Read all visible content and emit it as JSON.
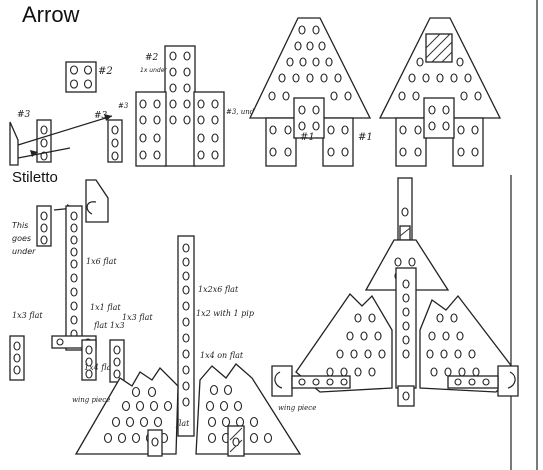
{
  "sections": {
    "arrow_title": "Arrow",
    "stiletto_title": "Stiletto"
  },
  "labels": {
    "brick_2": "#2",
    "brick_2_under": "#2",
    "under": "1x under",
    "brick_3_left": "#3",
    "brick_3_mid": "#3",
    "brick_3_small": "#3",
    "brick_3_under": "#3, under",
    "brick_1_a": "#1",
    "brick_1_b": "#1",
    "this": "This",
    "goes": "goes",
    "under_word": "under",
    "flat_1x6": "1x6 flat",
    "flat_1x1": "1x1 flat",
    "flat_1x3_a": "flat 1x3",
    "flat_1x3_b": "1x3 flat",
    "flat_1x4_left": "1x4 flat",
    "flat_1x3_side": "1x3 flat",
    "flat_1x2x6": "1x2x6 flat",
    "flat_1x2_pip": "1x2 with 1 pip",
    "flat_1x4_on": "1x4 on flat",
    "wing_piece_left": "wing piece",
    "wing_piece_right": "wing piece",
    "flat_center": "flat"
  },
  "colors": {
    "ink": "#222222",
    "paper": "#ffffff"
  }
}
